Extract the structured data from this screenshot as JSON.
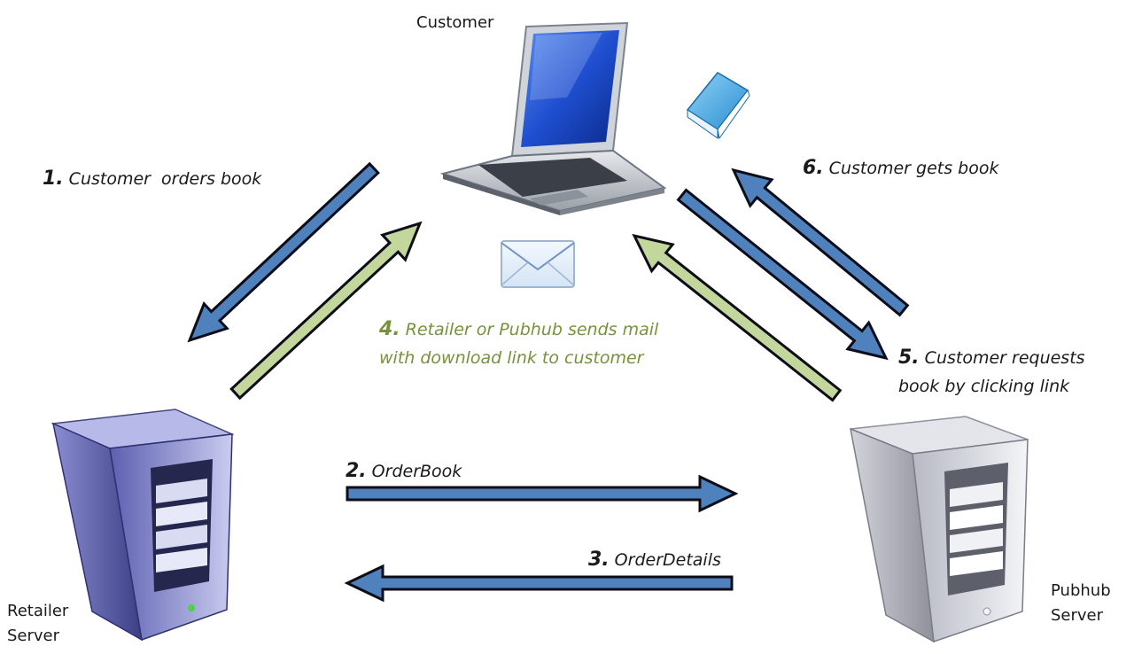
{
  "nodes": {
    "customer": "Customer",
    "retailer_line1": "Retailer",
    "retailer_line2": "Server",
    "pubhub_line1": "Pubhub",
    "pubhub_line2": "Server"
  },
  "steps": [
    {
      "number": "1.",
      "text": "Customer  orders book"
    },
    {
      "number": "2.",
      "text": "OrderBook"
    },
    {
      "number": "3.",
      "text": "OrderDetails"
    },
    {
      "number": "4.",
      "line1": "Retailer or Pubhub sends mail",
      "line2": "with download link to customer"
    },
    {
      "number": "5.",
      "line1": "Customer requests",
      "line2": "book by clicking link"
    },
    {
      "number": "6.",
      "text": "Customer gets book"
    }
  ],
  "colors": {
    "blue_arrow": "#4f81bd",
    "green_arrow": "#c3d69b",
    "green_text": "#76923c",
    "arrow_outline": "#0d0d1a"
  },
  "icons": [
    "laptop-icon",
    "book-icon",
    "envelope-icon",
    "retailer-server-icon",
    "pubhub-server-icon"
  ]
}
